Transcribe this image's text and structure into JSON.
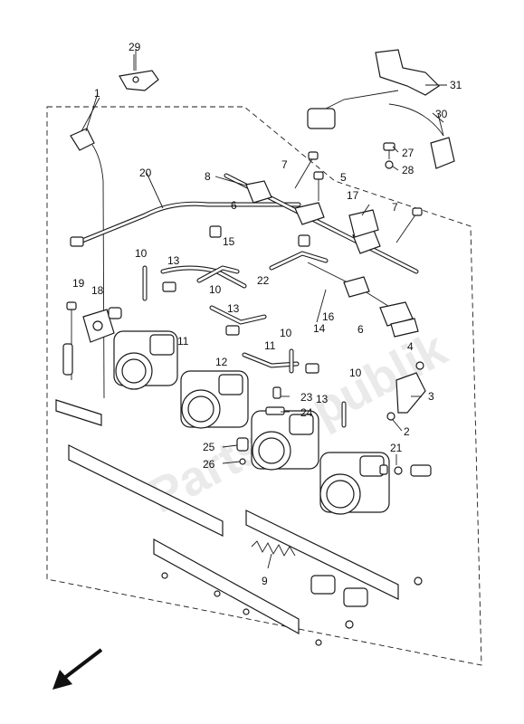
{
  "diagram": {
    "watermark": "PartsRepublik",
    "callouts": [
      "1",
      "2",
      "3",
      "4",
      "5",
      "6",
      "6",
      "7",
      "7",
      "8",
      "9",
      "10",
      "10",
      "10",
      "10",
      "11",
      "11",
      "12",
      "13",
      "13",
      "13",
      "14",
      "15",
      "16",
      "17",
      "18",
      "19",
      "20",
      "21",
      "22",
      "23",
      "24",
      "25",
      "26",
      "27",
      "28",
      "29",
      "30",
      "31"
    ]
  }
}
